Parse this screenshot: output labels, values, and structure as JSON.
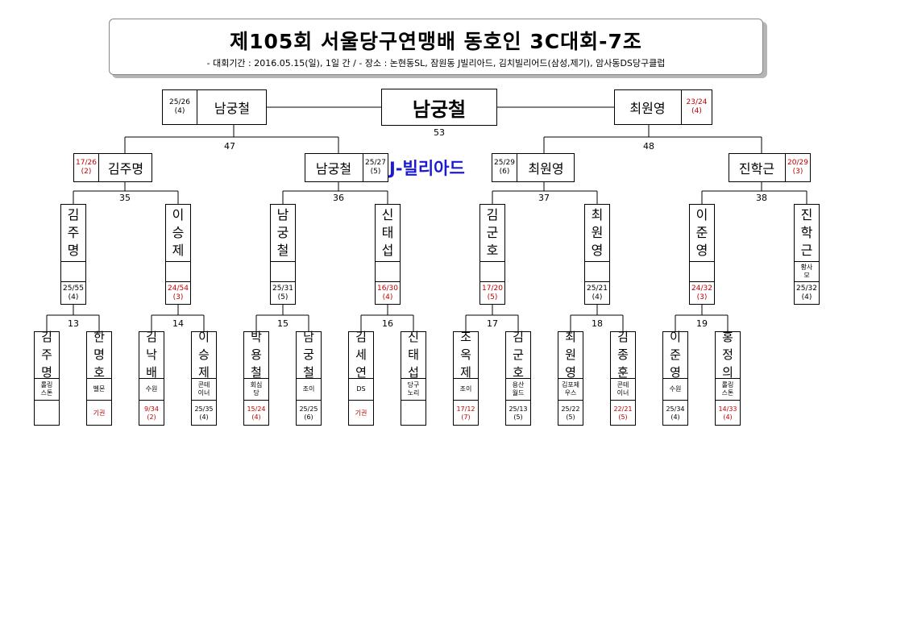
{
  "header": {
    "title": "제105회 서울당구연맹배 동호인 3C대회-7조",
    "subtitle": "- 대회기간 : 2016.05.15(일), 1일 간 / - 장소 : 논현동SL, 잠원동 J빌리아드, 김치빌리어드(삼성,제기), 암사동DS당구클럽"
  },
  "venue": "J-빌리아드",
  "final": {
    "champion": "남궁철",
    "match_no": "53",
    "left": {
      "name": "남궁철",
      "score": "25/26",
      "inning": "(4)"
    },
    "right": {
      "name": "최원영",
      "score": "23/24",
      "inning": "(4)"
    }
  },
  "semis": [
    {
      "match_no": "47"
    },
    {
      "match_no": "48"
    }
  ],
  "quarter": [
    {
      "name": "김주명",
      "score": "17/26",
      "inning": "(2)"
    },
    {
      "name": "남궁철",
      "score": "25/27",
      "inning": "(5)"
    },
    {
      "name": "최원영",
      "score": "25/29",
      "inning": "(6)"
    },
    {
      "name": "진학근",
      "score": "20/29",
      "inning": "(3)"
    }
  ],
  "r2_matches": [
    "35",
    "36",
    "37",
    "38"
  ],
  "r2": [
    {
      "name": "김주명",
      "club": "",
      "score": "25/55",
      "inning": "(4)"
    },
    {
      "name": "이승제",
      "club": "",
      "score": "24/54",
      "inning": "(3)"
    },
    {
      "name": "남궁철",
      "club": "",
      "score": "25/31",
      "inning": "(5)"
    },
    {
      "name": "신태섭",
      "club": "",
      "score": "16/30",
      "inning": "(4)"
    },
    {
      "name": "김군호",
      "club": "",
      "score": "17/20",
      "inning": "(5)"
    },
    {
      "name": "최원영",
      "club": "",
      "score": "25/21",
      "inning": "(4)"
    },
    {
      "name": "이준영",
      "club": "",
      "score": "24/32",
      "inning": "(3)"
    },
    {
      "name": "진학근",
      "club": "황사모",
      "score": "25/32",
      "inning": "(4)"
    }
  ],
  "r1_matches": [
    "13",
    "14",
    "15",
    "16",
    "17",
    "18",
    "19"
  ],
  "r1": [
    {
      "name": "김주명",
      "club": "롤링스톤",
      "score": "",
      "inning": ""
    },
    {
      "name": "한명호",
      "club": "벨몬",
      "score": "기권",
      "inning": ""
    },
    {
      "name": "김낙배",
      "club": "수원",
      "score": "9/34",
      "inning": "(2)"
    },
    {
      "name": "이승제",
      "club": "콘테이너",
      "score": "25/35",
      "inning": "(4)"
    },
    {
      "name": "박용철",
      "club": "회심당",
      "score": "15/24",
      "inning": "(4)"
    },
    {
      "name": "남궁철",
      "club": "조이",
      "score": "25/25",
      "inning": "(6)"
    },
    {
      "name": "김세연",
      "club": "DS",
      "score": "기권",
      "inning": ""
    },
    {
      "name": "신태섭",
      "club": "당구노리",
      "score": "",
      "inning": ""
    },
    {
      "name": "조옥제",
      "club": "조이",
      "score": "17/12",
      "inning": "(7)"
    },
    {
      "name": "김군호",
      "club": "용산월드",
      "score": "25/13",
      "inning": "(5)"
    },
    {
      "name": "최원영",
      "club": "김포제우스",
      "score": "25/22",
      "inning": "(5)"
    },
    {
      "name": "김종훈",
      "club": "콘테이너",
      "score": "22/21",
      "inning": "(5)"
    },
    {
      "name": "이준영",
      "club": "수원",
      "score": "25/34",
      "inning": "(4)"
    },
    {
      "name": "홍정의",
      "club": "롤링스톤",
      "score": "14/33",
      "inning": "(4)"
    }
  ],
  "colors": {
    "loss": "#c00000",
    "venue": "#1a1ad0"
  }
}
